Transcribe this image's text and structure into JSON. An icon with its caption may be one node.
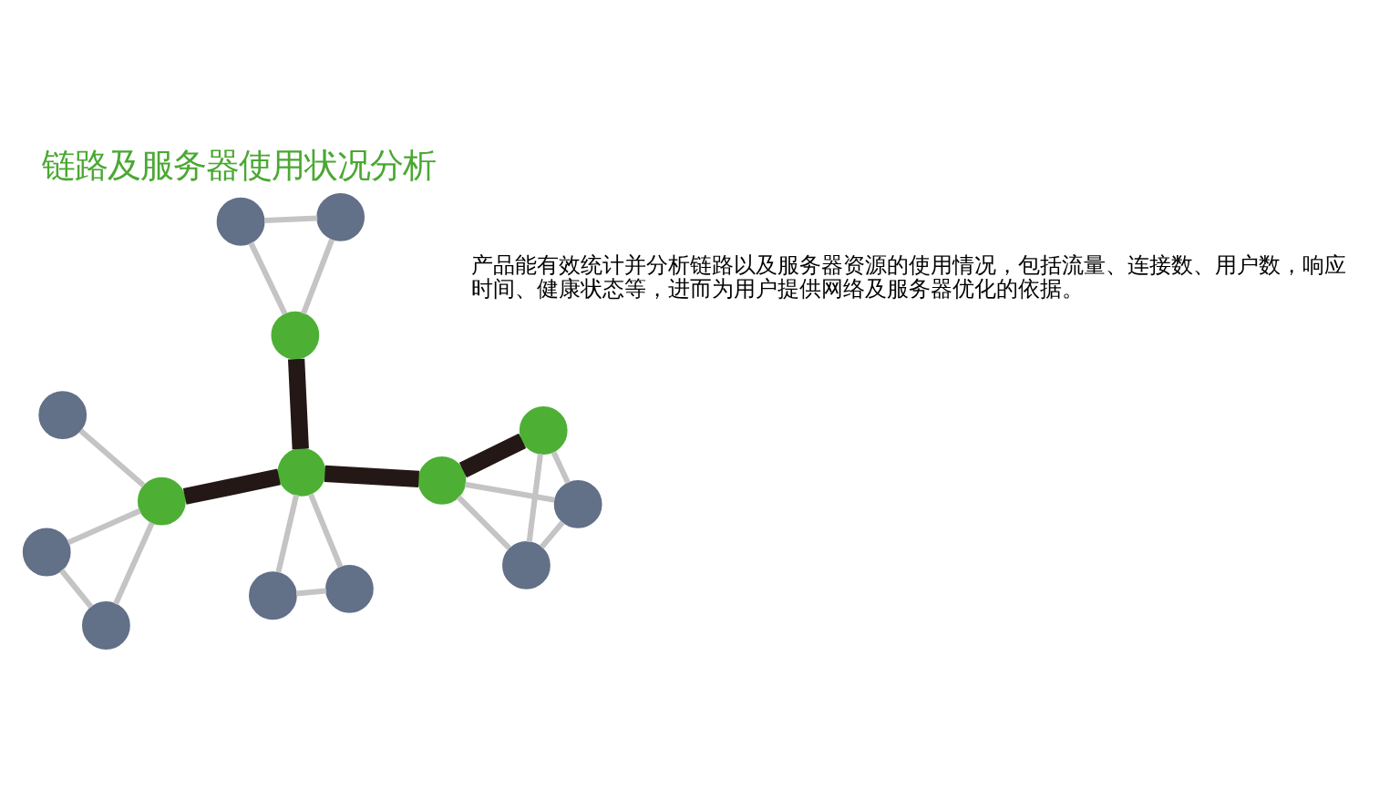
{
  "diagram": {
    "title": "链路及服务器使用状况分析",
    "nodes": [
      {
        "text": [],
        "shape": "circle"
      },
      {
        "text": [],
        "shape": "circle"
      },
      {
        "text": [],
        "shape": "circle"
      },
      {
        "text": [],
        "shape": "circle"
      },
      {
        "text": [],
        "shape": "circle"
      },
      {
        "text": [],
        "shape": "circle"
      },
      {
        "text": [],
        "shape": "circle"
      },
      {
        "text": [],
        "shape": "circle"
      },
      {
        "text": [],
        "shape": "circle"
      },
      {
        "text": [],
        "shape": "circle"
      },
      {
        "text": [],
        "shape": "circle"
      },
      {
        "text": [],
        "shape": "circle"
      },
      {
        "text": [],
        "shape": "circle"
      },
      {
        "text": [],
        "shape": "circle"
      }
    ],
    "edges": [
      {
        "from": 1,
        "to": 0,
        "arrow": "none"
      },
      {
        "from": 0,
        "to": 4,
        "arrow": "none"
      },
      {
        "from": 0,
        "to": 7,
        "arrow": "none"
      },
      {
        "from": 1,
        "to": 7,
        "arrow": "none"
      },
      {
        "from": 4,
        "to": 7,
        "arrow": "none"
      },
      {
        "from": 1,
        "to": 4,
        "arrow": "none",
        "style": "thick",
        "color": "#231815"
      },
      {
        "from": 4,
        "to": 8,
        "arrow": "none",
        "style": "thick",
        "color": "#231815"
      },
      {
        "from": 6,
        "to": 2,
        "arrow": "none"
      },
      {
        "from": 6,
        "to": 3,
        "arrow": "none"
      },
      {
        "from": 6,
        "to": 5,
        "arrow": "none"
      },
      {
        "from": 2,
        "to": 5,
        "arrow": "none"
      },
      {
        "from": 6,
        "to": 8,
        "arrow": "none",
        "style": "thick",
        "color": "#231815"
      },
      {
        "from": 8,
        "to": 9,
        "arrow": "none"
      },
      {
        "from": 8,
        "to": 12,
        "arrow": "none"
      },
      {
        "from": 9,
        "to": 12,
        "arrow": "none"
      },
      {
        "from": 8,
        "to": 11,
        "arrow": "none",
        "style": "thick",
        "color": "#231815"
      },
      {
        "from": 11,
        "to": 10,
        "arrow": "none"
      },
      {
        "from": 11,
        "to": 13,
        "arrow": "none"
      },
      {
        "from": 10,
        "to": 13,
        "arrow": "none"
      }
    ],
    "labels": [
      "产品能有效统计并分析链路以及服务器资源的使用情况，包括流量、连接数、用户数，响应时间、健康状态等，进而为用户提供网络及服务器优化的依据。"
    ]
  }
}
